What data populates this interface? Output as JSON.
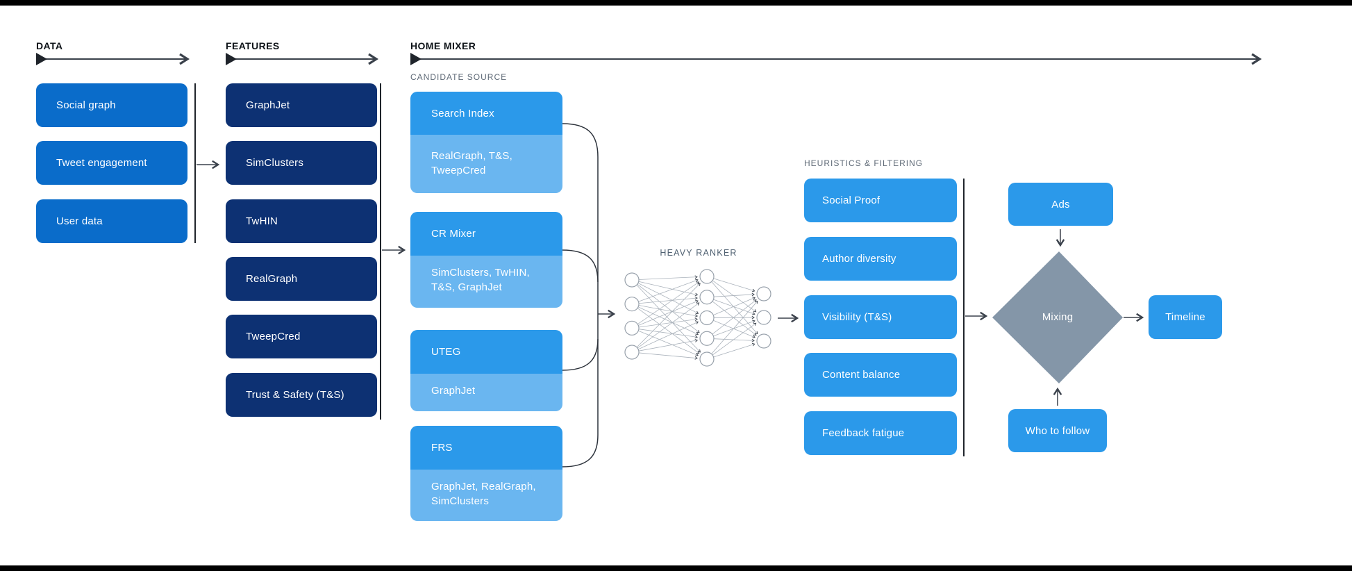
{
  "sections": {
    "data": {
      "label": "DATA",
      "items": [
        "Social graph",
        "Tweet engagement",
        "User data"
      ]
    },
    "features": {
      "label": "FEATURES",
      "items": [
        "GraphJet",
        "SimClusters",
        "TwHIN",
        "RealGraph",
        "TweepCred",
        "Trust & Safety (T&S)"
      ]
    },
    "home_mixer": {
      "label": "HOME MIXER",
      "candidate_source": {
        "label": "CANDIDATE SOURCE",
        "items": [
          {
            "name": "Search Index",
            "sources": "RealGraph, T&S, TweepCred"
          },
          {
            "name": "CR Mixer",
            "sources": "SimClusters, TwHIN, T&S, GraphJet"
          },
          {
            "name": "UTEG",
            "sources": "GraphJet"
          },
          {
            "name": "FRS",
            "sources": "GraphJet, RealGraph, SimClusters"
          }
        ]
      },
      "heavy_ranker": {
        "label": "HEAVY RANKER",
        "layers": [
          4,
          5,
          3
        ]
      },
      "heuristics": {
        "label": "HEURISTICS & FILTERING",
        "items": [
          "Social Proof",
          "Author diversity",
          "Visibility (T&S)",
          "Content balance",
          "Feedback fatigue"
        ]
      },
      "mixing": {
        "label": "Mixing",
        "ads": "Ads",
        "who_to_follow": "Who to follow",
        "timeline": "Timeline"
      }
    }
  },
  "colors": {
    "box-blue": "#0a6cca",
    "box-navy": "#0d3173",
    "box-bright": "#2b99ea",
    "box-light": "#6ab6f0",
    "diamond-gray": "#8496a8",
    "label-dark": "#0f1419",
    "label-gray": "#5f6a77",
    "ranker-label": "#4f6071",
    "line-dark": "#3a414b",
    "letterbox": "#000000"
  }
}
